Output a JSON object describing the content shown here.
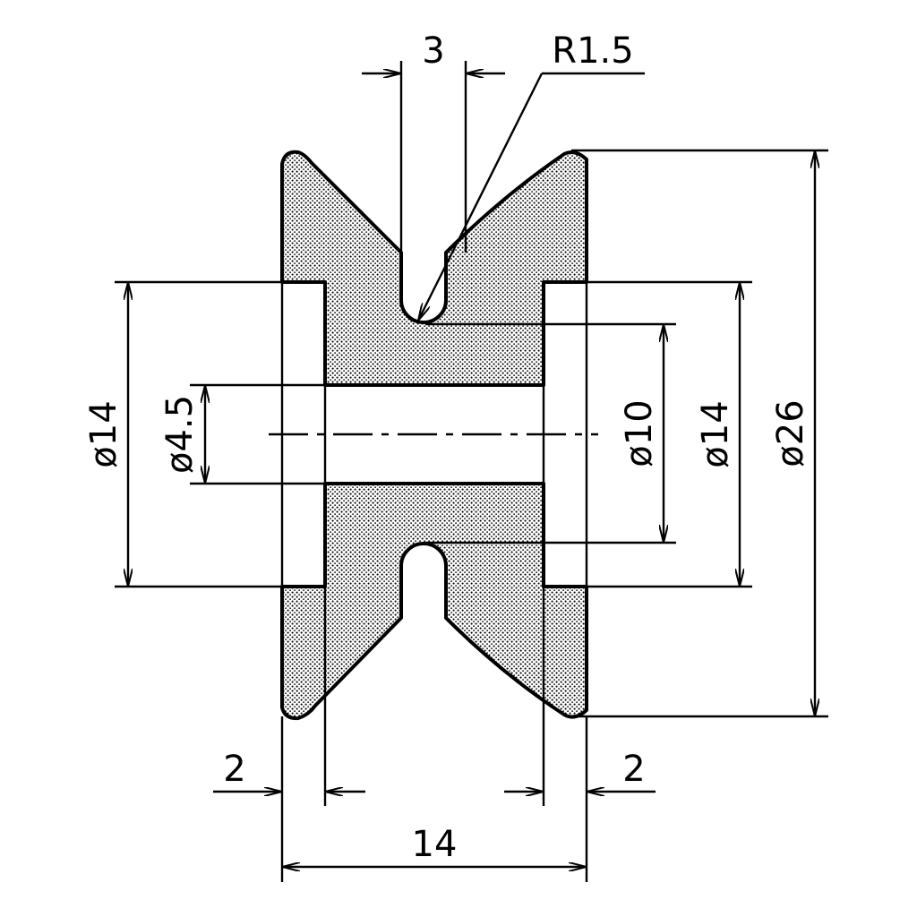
{
  "dimensions": {
    "groove_width": "3",
    "groove_radius": "R1.5",
    "flange_diameter": "ø26",
    "outer_hub_left": "ø14",
    "outer_hub_right": "ø14",
    "bore": "ø4.5",
    "groove_bottom_diameter": "ø10",
    "left_recess_depth": "2",
    "right_recess_depth": "2",
    "overall_width": "14"
  },
  "colors": {
    "line": "#000000",
    "hatch_dot": "#000000",
    "background": "#ffffff"
  }
}
